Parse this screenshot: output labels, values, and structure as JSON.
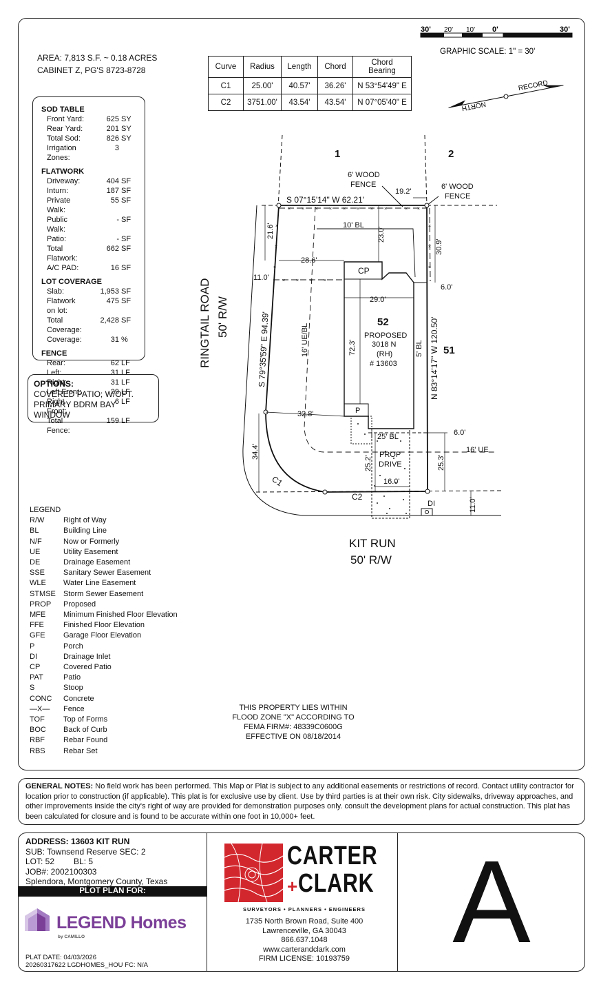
{
  "header": {
    "area": "AREA: 7,813 S.F. ~ 0.18 ACRES",
    "cabinet": "CABINET Z, PG'S 8723-8728"
  },
  "scale": {
    "ticks": [
      "30'",
      "20'",
      "10'",
      "0'",
      "30'"
    ],
    "label": "GRAPHIC SCALE: 1\" = 30'"
  },
  "curve_table": {
    "headers": [
      "Curve",
      "Radius",
      "Length",
      "Chord",
      "Chord Bearing"
    ],
    "rows": [
      [
        "C1",
        "25.00'",
        "40.57'",
        "36.26'",
        "N 53°54'49\" E"
      ],
      [
        "C2",
        "3751.00'",
        "43.54'",
        "43.54'",
        "N 07°05'40\" E"
      ]
    ]
  },
  "north": {
    "north_label": "NORTH",
    "record_label": "RECORD"
  },
  "sod_table": {
    "sections": [
      {
        "title": "SOD TABLE",
        "rows": [
          [
            "Front Yard:",
            "625",
            "SY"
          ],
          [
            "Rear Yard:",
            "201",
            "SY"
          ],
          [
            "Total Sod:",
            "826",
            "SY"
          ],
          [
            "Irrigation Zones:",
            "3",
            ""
          ]
        ]
      },
      {
        "title": "FLATWORK",
        "rows": [
          [
            "Driveway:",
            "404",
            "SF"
          ],
          [
            "Inturn:",
            "187",
            "SF"
          ],
          [
            "Private Walk:",
            "55",
            "SF"
          ],
          [
            "Public Walk:",
            "-",
            "SF"
          ],
          [
            "Patio:",
            "-",
            "SF"
          ],
          [
            "Total Flatwork:",
            "662",
            "SF"
          ],
          [
            "A/C PAD:",
            "16",
            "SF"
          ]
        ]
      },
      {
        "title": "LOT COVERAGE",
        "rows": [
          [
            "Slab:",
            "1,953",
            "SF"
          ],
          [
            "Flatwork on lot:",
            "475",
            "SF"
          ],
          [
            "Total Coverage:",
            "2,428",
            "SF"
          ],
          [
            "Coverage:",
            "31",
            "%"
          ]
        ]
      },
      {
        "title": "FENCE",
        "rows": [
          [
            "Rear:",
            "62",
            "LF"
          ],
          [
            "Left:",
            "31",
            "LF"
          ],
          [
            "Right:",
            "31",
            "LF"
          ],
          [
            "Left Front:",
            "29",
            "LF"
          ],
          [
            "Right Front:",
            "6",
            "LF"
          ],
          [
            "Total Fence:",
            "159",
            "LF"
          ]
        ]
      }
    ]
  },
  "options": {
    "title": "OPTIONS:",
    "line1": "COVERED PATIO; W/OPT.",
    "line2": "PRIMARY BDRM BAY WINDOW"
  },
  "plat": {
    "lot1": "1",
    "lot2": "2",
    "lot52": "52",
    "lot51": "51",
    "wood_fence_left_1": "6' WOOD",
    "wood_fence_left_2": "FENCE",
    "wood_fence_right_1": "6' WOOD",
    "wood_fence_right_2": "FENCE",
    "dim_19_2": "19.2'",
    "bearing_top": "S 07°15'14\" W 62.21'",
    "dim_21_6": "21.6'",
    "bl_10": "10' BL",
    "dim_23_0": "23.0'",
    "dim_30_9": "30.9'",
    "dim_28_6": "28.6'",
    "cp": "CP",
    "dim_11_0_left": "11.0'",
    "dim_6_0_top": "6.0'",
    "dim_29_0": "29.0'",
    "proposed": "PROPOSED",
    "plan": "3018 N",
    "rh": "(RH)",
    "plan_no": "# 13603",
    "dim_72_3": "72.3'",
    "bl_5": "5' BL",
    "ue_bl_16": "16' UE/BL",
    "bearing_left": "S 79°35'59\" E 94.39'",
    "bearing_right": "N 83°14'17\" W 120.50'",
    "road_left_1": "RINGTAIL ROAD",
    "road_left_2": "50' R/W",
    "dim_32_8": "32.8'",
    "porch": "P",
    "bl_25": "25' BL",
    "dim_6_0_bottom": "6.0'",
    "ue_16": "16' UE",
    "prop": "PROP",
    "drive": "DRIVE",
    "dim_34_4": "34.4'",
    "dim_25_2": "25.2'",
    "dim_25_3": "25.3'",
    "dim_16_0": "16.0'",
    "c1": "C1",
    "c2": "C2",
    "di": "DI",
    "dim_11_0_bottom": "11.0'",
    "road_bottom_1": "KIT RUN",
    "road_bottom_2": "50' R/W"
  },
  "legend": {
    "title": "LEGEND",
    "items": [
      [
        "R/W",
        "Right of Way"
      ],
      [
        "BL",
        "Building Line"
      ],
      [
        "N/F",
        "Now or Formerly"
      ],
      [
        "UE",
        "Utility Easement"
      ],
      [
        "DE",
        "Drainage Easement"
      ],
      [
        "SSE",
        "Sanitary Sewer Easement"
      ],
      [
        "WLE",
        "Water Line Easement"
      ],
      [
        "STMSE",
        "Storm Sewer Easement"
      ],
      [
        "PROP",
        "Proposed"
      ],
      [
        "MFE",
        "Minimum Finished Floor Elevation"
      ],
      [
        "FFE",
        "Finished Floor Elevation"
      ],
      [
        "GFE",
        "Garage Floor Elevation"
      ],
      [
        "P",
        "Porch"
      ],
      [
        "DI",
        "Drainage Inlet"
      ],
      [
        "CP",
        "Covered Patio"
      ],
      [
        "PAT",
        "Patio"
      ],
      [
        "S",
        "Stoop"
      ],
      [
        "CONC",
        "Concrete"
      ],
      [
        "—X—",
        "Fence"
      ],
      [
        "TOF",
        "Top of Forms"
      ],
      [
        "BOC",
        "Back of Curb"
      ],
      [
        "RBF",
        "Rebar Found"
      ],
      [
        "RBS",
        "Rebar Set"
      ]
    ]
  },
  "flood": {
    "line1": "THIS PROPERTY LIES WITHIN",
    "line2": "FLOOD ZONE \"X\" ACCORDING TO",
    "line3": "FEMA FIRM#: 48339C0600G",
    "line4": "EFFECTIVE ON 08/18/2014"
  },
  "notes": {
    "label": "GENERAL NOTES:",
    "text": " No field work has been performed. This Map or Plat is subject to any additional easements or restrictions of record. Contact utility contractor for location prior to construction (if applicable). This plat is for exclusive use by client. Use by third parties is at their own risk. City sidewalks, driveway approaches, and other improvements inside the city's right of way are provided for demonstration purposes only. consult the development plans for actual construction. This plat has been calculated for closure and is found to be accurate within one foot in 10,000+ feet."
  },
  "footer": {
    "address": "ADDRESS:  13603 KIT RUN",
    "sub": "SUB: Townsend Reserve  SEC: 2",
    "lot": "LOT: 52",
    "block": "BL: 5",
    "job": "JOB#: 2002100303",
    "location": "Splendora, Montgomery County, Texas",
    "plot_for": "PLOT PLAN FOR:",
    "builder_name": "LEGEND Homes",
    "builder_sub": "by CAMILLO",
    "plat_date": "PLAT DATE:  04/03/2026",
    "file_code": "20260317622  LGDHOMES_HOU  FC: N/A",
    "company_line1": "CARTER",
    "company_line2": "CLARK",
    "company_plus": "+",
    "company_tag": "SURVEYORS • PLANNERS • ENGINEERS",
    "addr1": "1735 North Brown Road, Suite 400",
    "addr2": "Lawrenceville, GA 30043",
    "phone": "866.637.1048",
    "web": "www.carterandclark.com",
    "license": "FIRM LICENSE: 10193759",
    "sheet_letter": "A"
  },
  "colors": {
    "brand_red": "#d3272e",
    "legend_purple": "#7b3f98"
  }
}
